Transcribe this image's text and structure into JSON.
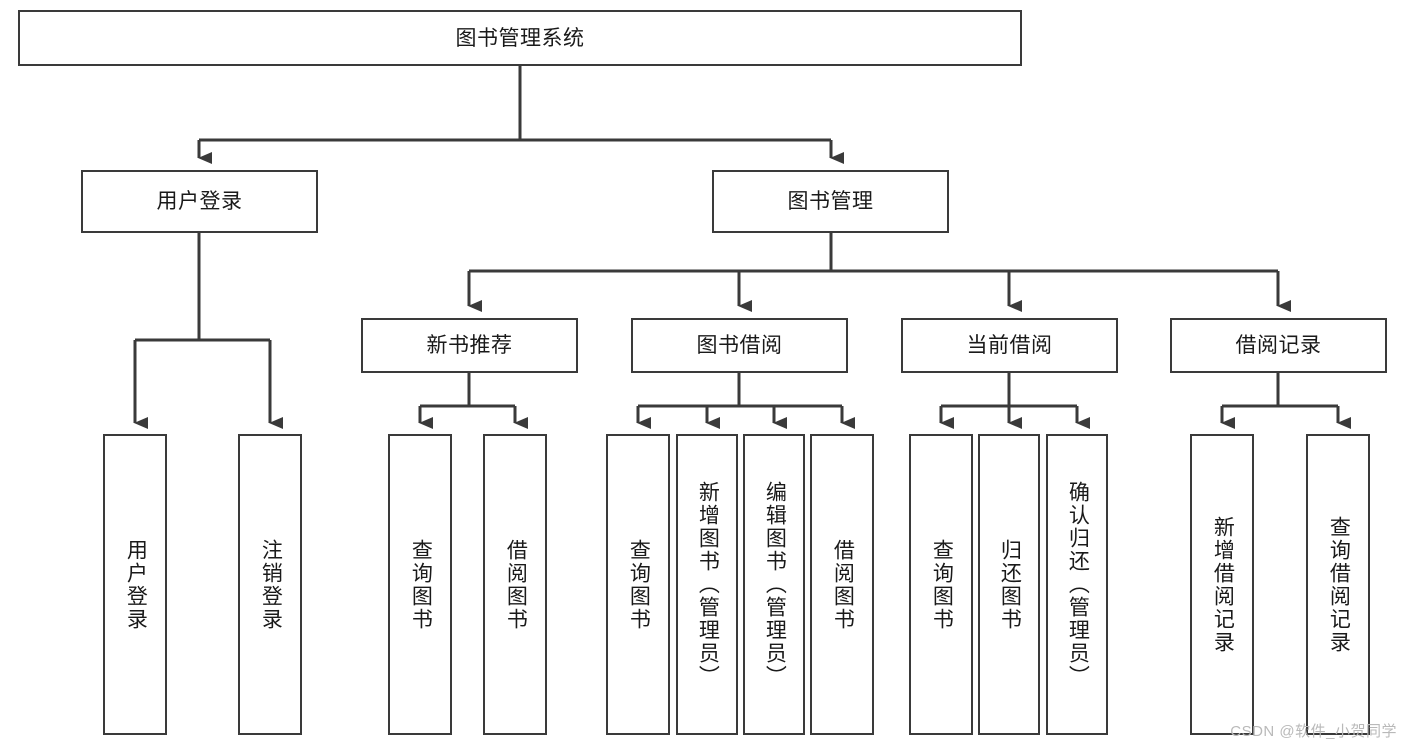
{
  "diagram": {
    "title": "图书管理系统",
    "watermark": "CSDN @软件_小贺同学",
    "stroke_color": "#3a3a3a",
    "text_color": "#1a1a1a",
    "background": "#ffffff"
  },
  "nodes": {
    "root": {
      "label": "图书管理系统"
    },
    "level2": [
      {
        "label": "用户登录"
      },
      {
        "label": "图书管理"
      }
    ],
    "level3": [
      {
        "label": "新书推荐"
      },
      {
        "label": "图书借阅"
      },
      {
        "label": "当前借阅"
      },
      {
        "label": "借阅记录"
      }
    ],
    "leaves": {
      "user_login": [
        {
          "label": "用户登录"
        },
        {
          "label": "注销登录"
        }
      ],
      "new_book": [
        {
          "label": "查询图书"
        },
        {
          "label": "借阅图书"
        }
      ],
      "book_borrow": [
        {
          "label": "查询图书"
        },
        {
          "label": "新增图书（管理员）"
        },
        {
          "label": "编辑图书（管理员）"
        },
        {
          "label": "借阅图书"
        }
      ],
      "current_borrow": [
        {
          "label": "查询图书"
        },
        {
          "label": "归还图书"
        },
        {
          "label": "确认归还（管理员）"
        }
      ],
      "borrow_record": [
        {
          "label": "新增借阅记录"
        },
        {
          "label": "查询借阅记录"
        }
      ]
    }
  }
}
